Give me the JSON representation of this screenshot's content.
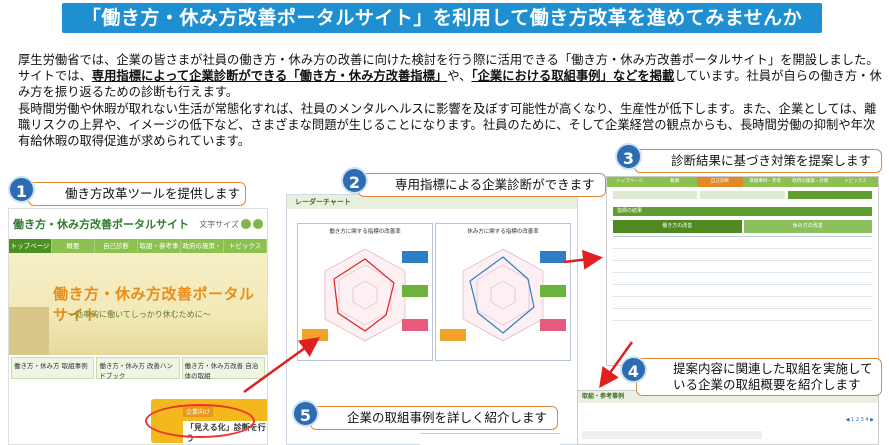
{
  "banner": {
    "title": "「働き方・休み方改善ポータルサイト」を利用して働き方改革を進めてみませんか"
  },
  "body": {
    "p1_a": "厚生労働省では、企業の皆さまが社員の働き方・休み方の改善に向けた検討を行う際に活用できる「働き方・休み方改善ポータルサイト」を開設しました。サイトでは、",
    "p1_u1": "専用指標によって企業診断ができる「働き方・休み方改善指標」",
    "p1_b": "や、",
    "p1_u2": "「企業における取組事例」などを掲載",
    "p1_c": "しています。社員が自らの働き方・休み方を振り返るための診断も行えます。",
    "p2": "長時間労働や休暇が取れない生活が常態化すれば、社員のメンタルヘルスに影響を及ぼす可能性が高くなり、生産性が低下します。また、企業としては、離職リスクの上昇や、イメージの低下など、さまざまな問題が生じることになります。社員のために、そして企業経営の観点からも、長時間労働の抑制や年次有給休暇の取得促進が求められています。"
  },
  "callouts": [
    {
      "num": "1",
      "text": "働き方改革ツールを提供します"
    },
    {
      "num": "2",
      "text": "専用指標による企業診断ができます"
    },
    {
      "num": "3",
      "text": "診断結果に基づき対策を提案します"
    },
    {
      "num": "4",
      "line1": "提案内容に関連した取組を実施して",
      "line2": "いる企業の取組概要を紹介します"
    },
    {
      "num": "5",
      "text": "企業の取組事例を詳しく紹介します"
    }
  ],
  "panel1": {
    "logo": "働き方・休み方改善ポータルサイト",
    "font_size_label": "文字サイズ",
    "nav": [
      "トップページ",
      "概要",
      "自己診断",
      "取組・参考事例",
      "政府の施策・対策",
      "トピックス"
    ],
    "hero_title": "働き方・休み方改善ポータルサイト",
    "hero_sub": "〜効率的に働いてしっかり休むために〜",
    "tiles": [
      "働き方・休み方 取組事例",
      "働き方・休み方 改善ハンドブック",
      "働き方・休み方改善 自治体の取組"
    ],
    "button_tag": "企業向け",
    "button_text": "「見える化」診断を行う"
  },
  "panel2": {
    "title": "レーダーチャート",
    "chart_left": "働き方に関する指標の改善率",
    "chart_right": "休み方に関する指標の改善率"
  },
  "panel3": {
    "nav": [
      "トップページ",
      "概要",
      "自己診断",
      "取組事例・参考",
      "政府の施策・対策",
      "トピックス"
    ],
    "bar": "指標の結果",
    "tabs": [
      "働き方の改善",
      "休み方の改善"
    ]
  },
  "panel4": {
    "title": "取組・参考事例"
  },
  "colors": {
    "banner": "#1e8fd0",
    "number_badge": "#2b6cb2",
    "callout_border": "#e0893b",
    "arrow": "#e02020"
  }
}
